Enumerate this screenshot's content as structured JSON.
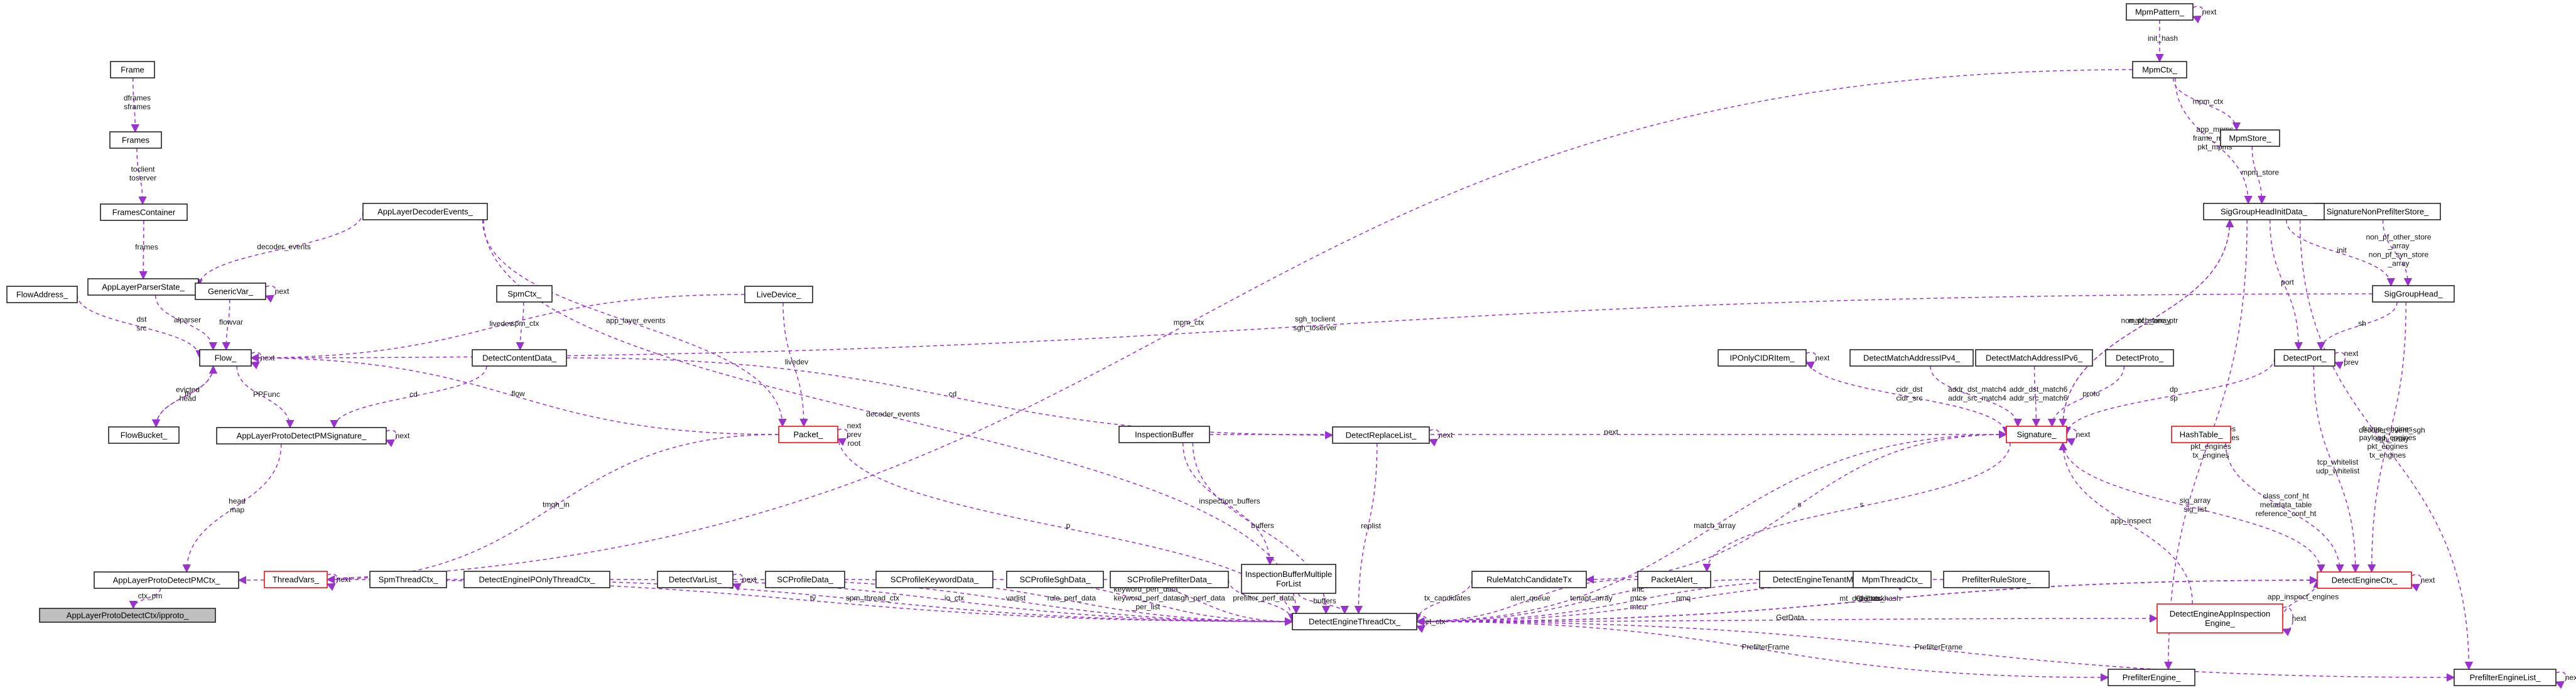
{
  "diagram": {
    "nodes": [
      {
        "id": "target",
        "label": "AppLayerProtoDetectCtx/ipproto_",
        "style": "gray"
      },
      {
        "id": "AppLayerProtoDetectPMCtx",
        "label": "AppLayerProtoDetectPMCtx_",
        "style": "normal"
      },
      {
        "id": "AppLayerProtoDetectPMSignature",
        "label": "AppLayerProtoDetectPMSignature_",
        "style": "normal"
      },
      {
        "id": "Flow",
        "label": "Flow_",
        "style": "normal"
      },
      {
        "id": "FlowAddress",
        "label": "FlowAddress_",
        "style": "normal"
      },
      {
        "id": "FlowBucket",
        "label": "FlowBucket_",
        "style": "normal"
      },
      {
        "id": "AppLayerParserState",
        "label": "AppLayerParserState_",
        "style": "normal"
      },
      {
        "id": "FramesContainer",
        "label": "FramesContainer",
        "style": "normal"
      },
      {
        "id": "Frames",
        "label": "Frames",
        "style": "normal"
      },
      {
        "id": "Frame",
        "label": "Frame",
        "style": "normal"
      },
      {
        "id": "GenericVar",
        "label": "GenericVar_",
        "style": "normal"
      },
      {
        "id": "AppLayerDecoderEvents",
        "label": "AppLayerDecoderEvents_",
        "style": "normal"
      },
      {
        "id": "SpmCtx",
        "label": "SpmCtx_",
        "style": "normal"
      },
      {
        "id": "LiveDevice",
        "label": "LiveDevice_",
        "style": "normal"
      },
      {
        "id": "DetectContentData",
        "label": "DetectContentData_",
        "style": "normal"
      },
      {
        "id": "Packet",
        "label": "Packet_",
        "style": "red"
      },
      {
        "id": "ThreadVars",
        "label": "ThreadVars_",
        "style": "red"
      },
      {
        "id": "SpmThreadCtx",
        "label": "SpmThreadCtx_",
        "style": "normal"
      },
      {
        "id": "DetectEngineIPOnlyThreadCtx",
        "label": "DetectEngineIPOnlyThreadCtx_",
        "style": "normal"
      },
      {
        "id": "DetectVarList",
        "label": "DetectVarList_",
        "style": "normal"
      },
      {
        "id": "SCProfileData",
        "label": "SCProfileData_",
        "style": "normal"
      },
      {
        "id": "SCProfileKeywordData",
        "label": "SCProfileKeywordData_",
        "style": "normal"
      },
      {
        "id": "SCProfileSghData",
        "label": "SCProfileSghData_",
        "style": "normal"
      },
      {
        "id": "SCProfilePrefilterData",
        "label": "SCProfilePrefilterData_",
        "style": "normal"
      },
      {
        "id": "InspectionBuffer",
        "label": "InspectionBuffer",
        "style": "normal"
      },
      {
        "id": "InspectionBufferMultipleForList",
        "label": "InspectionBufferMultiple\nForList",
        "style": "normal"
      },
      {
        "id": "DetectReplaceList",
        "label": "DetectReplaceList_",
        "style": "normal"
      },
      {
        "id": "RuleMatchCandidateTx",
        "label": "RuleMatchCandidateTx",
        "style": "normal"
      },
      {
        "id": "PacketAlert",
        "label": "PacketAlert_",
        "style": "normal"
      },
      {
        "id": "DetectEngineTenantMapping",
        "label": "DetectEngineTenantMapping_",
        "style": "normal"
      },
      {
        "id": "MpmThreadCtx",
        "label": "MpmThreadCtx_",
        "style": "normal"
      },
      {
        "id": "PrefilterRuleStore",
        "label": "PrefilterRuleStore_",
        "style": "normal"
      },
      {
        "id": "DetectEngineThreadCtx",
        "label": "DetectEngineThreadCtx_",
        "style": "normal"
      },
      {
        "id": "PrefilterEngine",
        "label": "PrefilterEngine_",
        "style": "normal"
      },
      {
        "id": "PrefilterEngineList",
        "label": "PrefilterEngineList_",
        "style": "normal"
      },
      {
        "id": "DetectEngineAppInspectionEngine",
        "label": "DetectEngineAppInspection\nEngine_",
        "style": "red"
      },
      {
        "id": "DetectEngineCtx",
        "label": "DetectEngineCtx_",
        "style": "red"
      },
      {
        "id": "HashTable",
        "label": "HashTable_",
        "style": "red"
      },
      {
        "id": "Signature",
        "label": "Signature_",
        "style": "red"
      },
      {
        "id": "IPOnlyCIDRItem",
        "label": "IPOnlyCIDRItem_",
        "style": "normal"
      },
      {
        "id": "DetectMatchAddressIPv4",
        "label": "DetectMatchAddressIPv4_",
        "style": "normal"
      },
      {
        "id": "DetectMatchAddressIPv6",
        "label": "DetectMatchAddressIPv6_",
        "style": "normal"
      },
      {
        "id": "DetectProto",
        "label": "DetectProto_",
        "style": "normal"
      },
      {
        "id": "DetectPort",
        "label": "DetectPort_",
        "style": "normal"
      },
      {
        "id": "SigGroupHead",
        "label": "SigGroupHead_",
        "style": "normal"
      },
      {
        "id": "SignatureNonPrefilterStore",
        "label": "SignatureNonPrefilterStore_",
        "style": "normal"
      },
      {
        "id": "SigGroupHeadInitData",
        "label": "SigGroupHeadInitData_",
        "style": "normal"
      },
      {
        "id": "MpmStore",
        "label": "MpmStore_",
        "style": "normal"
      },
      {
        "id": "MpmCtx",
        "label": "MpmCtx_",
        "style": "normal"
      },
      {
        "id": "MpmPattern",
        "label": "MpmPattern_",
        "style": "normal"
      }
    ],
    "edges": [
      {
        "from": "AppLayerProtoDetectPMCtx",
        "to": "target",
        "label": "ctx_pm"
      },
      {
        "from": "AppLayerProtoDetectPMSignature",
        "to": "AppLayerProtoDetectPMCtx",
        "label": "head\nmap"
      },
      {
        "from": "AppLayerProtoDetectPMSignature",
        "to": "AppLayerProtoDetectPMSignature",
        "label": "next"
      },
      {
        "from": "DetectContentData",
        "to": "AppLayerProtoDetectPMSignature",
        "label": "cd"
      },
      {
        "from": "Flow",
        "to": "AppLayerProtoDetectPMSignature",
        "label": "PPFunc"
      },
      {
        "from": "MpmCtx",
        "to": "AppLayerProtoDetectPMCtx",
        "label": "mpm_ctx"
      },
      {
        "from": "FlowAddress",
        "to": "Flow",
        "label": "dst\nsrc"
      },
      {
        "from": "AppLayerParserState",
        "to": "Flow",
        "label": "alparser"
      },
      {
        "from": "GenericVar",
        "to": "Flow",
        "label": "flowvar"
      },
      {
        "from": "LiveDevice",
        "to": "Flow",
        "label": "livedev"
      },
      {
        "from": "FlowBucket",
        "to": "Flow",
        "label": "fb"
      },
      {
        "from": "Flow",
        "to": "FlowBucket",
        "label": "evicted\nhead"
      },
      {
        "from": "Flow",
        "to": "Flow",
        "label": "next"
      },
      {
        "from": "Packet",
        "to": "Flow",
        "label": "flow"
      },
      {
        "from": "SigGroupHead",
        "to": "Flow",
        "label": "sgh_toclient\nsgh_toserver"
      },
      {
        "from": "FramesContainer",
        "to": "AppLayerParserState",
        "label": "frames"
      },
      {
        "from": "AppLayerDecoderEvents",
        "to": "AppLayerParserState",
        "label": "decoder_events"
      },
      {
        "from": "Frames",
        "to": "FramesContainer",
        "label": "toclient\ntoserver"
      },
      {
        "from": "Frame",
        "to": "Frames",
        "label": "dframes\nsframes"
      },
      {
        "from": "GenericVar",
        "to": "GenericVar",
        "label": "next"
      },
      {
        "from": "SpmCtx",
        "to": "DetectContentData",
        "label": "spm_ctx"
      },
      {
        "from": "LiveDevice",
        "to": "Packet",
        "label": "livedev"
      },
      {
        "from": "AppLayerDecoderEvents",
        "to": "Packet",
        "label": "app_layer_events"
      },
      {
        "from": "Packet",
        "to": "Packet",
        "label": "next\nprev\nroot"
      },
      {
        "from": "Packet",
        "to": "ThreadVars",
        "label": "tmqh_in"
      },
      {
        "from": "AppLayerDecoderEvents",
        "to": "DetectEngineThreadCtx",
        "label": "decoder_events"
      },
      {
        "from": "ThreadVars",
        "to": "ThreadVars",
        "label": "next"
      },
      {
        "from": "ThreadVars",
        "to": "DetectEngineThreadCtx",
        "label": "tv"
      },
      {
        "from": "SpmThreadCtx",
        "to": "DetectEngineThreadCtx",
        "label": "spm_thread_ctx"
      },
      {
        "from": "DetectEngineIPOnlyThreadCtx",
        "to": "DetectEngineThreadCtx",
        "label": "io_ctx"
      },
      {
        "from": "DetectVarList",
        "to": "DetectEngineThreadCtx",
        "label": "varlist"
      },
      {
        "from": "DetectVarList",
        "to": "DetectVarList",
        "label": "next"
      },
      {
        "from": "SCProfileData",
        "to": "DetectEngineThreadCtx",
        "label": "rule_perf_data"
      },
      {
        "from": "SCProfileKeywordData",
        "to": "DetectEngineThreadCtx",
        "label": "keyword_perf_data\nkeyword_perf_data\n_per_list"
      },
      {
        "from": "SCProfileSghData",
        "to": "DetectEngineThreadCtx",
        "label": "sgh_perf_data"
      },
      {
        "from": "SCProfilePrefilterData",
        "to": "DetectEngineThreadCtx",
        "label": "prefilter_perf_data"
      },
      {
        "from": "Packet",
        "to": "DetectEngineThreadCtx",
        "label": "p"
      },
      {
        "from": "InspectionBuffer",
        "to": "DetectEngineThreadCtx",
        "label": "buffers"
      },
      {
        "from": "InspectionBuffer",
        "to": "InspectionBufferMultipleForList",
        "label": "inspection_buffers"
      },
      {
        "from": "InspectionBufferMultipleForList",
        "to": "DetectEngineThreadCtx",
        "label": "buffers"
      },
      {
        "from": "DetectReplaceList",
        "to": "DetectEngineThreadCtx",
        "label": "replist"
      },
      {
        "from": "DetectReplaceList",
        "to": "DetectReplaceList",
        "label": "next"
      },
      {
        "from": "DetectContentData",
        "to": "DetectReplaceList",
        "label": "cd"
      },
      {
        "from": "RuleMatchCandidateTx",
        "to": "DetectEngineThreadCtx",
        "label": "tx_candidates"
      },
      {
        "from": "Signature",
        "to": "RuleMatchCandidateTx",
        "label": "s"
      },
      {
        "from": "Signature",
        "to": "DetectEngineThreadCtx",
        "label": "match_array"
      },
      {
        "from": "PacketAlert",
        "to": "DetectEngineThreadCtx",
        "label": "alert_queue"
      },
      {
        "from": "Signature",
        "to": "PacketAlert",
        "label": "s"
      },
      {
        "from": "DetectEngineTenantMapping",
        "to": "DetectEngineThreadCtx",
        "label": "tenant_array"
      },
      {
        "from": "DetectEngineTenantMapping",
        "to": "DetectEngineTenantMapping",
        "label": "next"
      },
      {
        "from": "MpmThreadCtx",
        "to": "DetectEngineThreadCtx",
        "label": "mtc\nmtcs\nmtcu"
      },
      {
        "from": "PrefilterRuleStore",
        "to": "DetectEngineThreadCtx",
        "label": "pmq"
      },
      {
        "from": "DetectEngineThreadCtx",
        "to": "DetectEngineThreadCtx",
        "label": "det_ctx"
      },
      {
        "from": "DetectEngineCtx",
        "to": "DetectEngineThreadCtx",
        "label": "de_ctx"
      },
      {
        "from": "DetectEngineThreadCtx",
        "to": "DetectEngineCtx",
        "label": "mt_det_ctxs_hash"
      },
      {
        "from": "DetectEngineThreadCtx",
        "to": "PrefilterEngine",
        "label": "PrefilterFrame"
      },
      {
        "from": "DetectEngineThreadCtx",
        "to": "PrefilterEngineList",
        "label": "PrefilterFrame"
      },
      {
        "from": "PrefilterEngineList",
        "to": "PrefilterEngineList",
        "label": "next"
      },
      {
        "from": "DetectEngineThreadCtx",
        "to": "DetectEngineAppInspectionEngine",
        "label": "GetData"
      },
      {
        "from": "DetectEngineThreadCtx",
        "to": "DetectEngineCtx",
        "label": "Callback"
      },
      {
        "from": "DetectEngineAppInspectionEngine",
        "to": "DetectEngineAppInspectionEngine",
        "label": "next"
      },
      {
        "from": "DetectEngineAppInspectionEngine",
        "to": "Signature",
        "label": "app_inspect"
      },
      {
        "from": "DetectEngineAppInspectionEngine",
        "to": "DetectEngineCtx",
        "label": "app_inspect_engines"
      },
      {
        "from": "DetectEngineCtx",
        "to": "DetectEngineCtx",
        "label": "next"
      },
      {
        "from": "HashTable",
        "to": "DetectEngineCtx",
        "label": "class_conf_ht\nmetadata_table\nreference_conf_ht"
      },
      {
        "from": "Signature",
        "to": "DetectEngineCtx",
        "label": "sig_array\nsig_list"
      },
      {
        "from": "DetectPort",
        "to": "DetectEngineCtx",
        "label": "tcp_whitelist\nudp_whitelist"
      },
      {
        "from": "SigGroupHead",
        "to": "DetectEngineCtx",
        "label": "decoder_event_sgh\nsgh_array"
      },
      {
        "from": "InspectionBuffer",
        "to": "Signature",
        "label": "next"
      },
      {
        "from": "Signature",
        "to": "Signature",
        "label": "next"
      },
      {
        "from": "IPOnlyCIDRItem",
        "to": "IPOnlyCIDRItem",
        "label": "next"
      },
      {
        "from": "IPOnlyCIDRItem",
        "to": "Signature",
        "label": "cidr_dst\ncidr_src"
      },
      {
        "from": "DetectMatchAddressIPv4",
        "to": "Signature",
        "label": "addr_dst_match4\naddr_src_match4"
      },
      {
        "from": "DetectMatchAddressIPv6",
        "to": "Signature",
        "label": "addr_dst_match6\naddr_src_match6"
      },
      {
        "from": "DetectProto",
        "to": "Signature",
        "label": "proto"
      },
      {
        "from": "DetectPort",
        "to": "Signature",
        "label": "dp\nsp"
      },
      {
        "from": "DetectPort",
        "to": "DetectPort",
        "label": "next\nprev"
      },
      {
        "from": "SigGroupHead",
        "to": "DetectPort",
        "label": "sh"
      },
      {
        "from": "SigGroupHeadInitData",
        "to": "Signature",
        "label": "match_array"
      },
      {
        "from": "SigGroupHeadInitData",
        "to": "DetectPort",
        "label": "port"
      },
      {
        "from": "SigGroupHeadInitData",
        "to": "SigGroupHead",
        "label": "init"
      },
      {
        "from": "SignatureNonPrefilterStore",
        "to": "SigGroupHead",
        "label": "non_pf_other_store\n_array\nnon_pf_syn_store\n_array"
      },
      {
        "from": "Signature",
        "to": "SigGroupHeadInitData",
        "label": "non_pf_store_ptr"
      },
      {
        "from": "SigGroupHeadInitData",
        "to": "PrefilterEngine",
        "label": "frame_engines\npayload_engines\npkt_engines\ntx_engines"
      },
      {
        "from": "SigGroupHeadInitData",
        "to": "PrefilterEngineList",
        "label": "frame_engines\npayload_engines\npkt_engines\ntx_engines"
      },
      {
        "from": "MpmStore",
        "to": "SigGroupHeadInitData",
        "label": "mpm_store"
      },
      {
        "from": "MpmCtx",
        "to": "SigGroupHeadInitData",
        "label": "app_mpms\nframe_mpms\npkt_mpms"
      },
      {
        "from": "MpmCtx",
        "to": "MpmStore",
        "label": "mpm_ctx"
      },
      {
        "from": "MpmPattern",
        "to": "MpmCtx",
        "label": "init_hash"
      },
      {
        "from": "MpmPattern",
        "to": "MpmPattern",
        "label": "next"
      }
    ]
  }
}
